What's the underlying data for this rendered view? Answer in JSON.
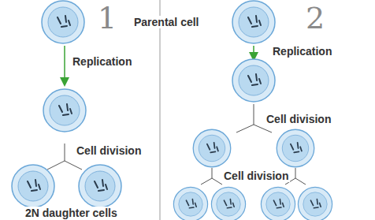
{
  "diagram": {
    "labels": [
      "1",
      "Parental cell",
      "2",
      "Replication",
      "Replication",
      "Cell division",
      "Cell division",
      "Cell division",
      "2N daughter cells"
    ]
  }
}
